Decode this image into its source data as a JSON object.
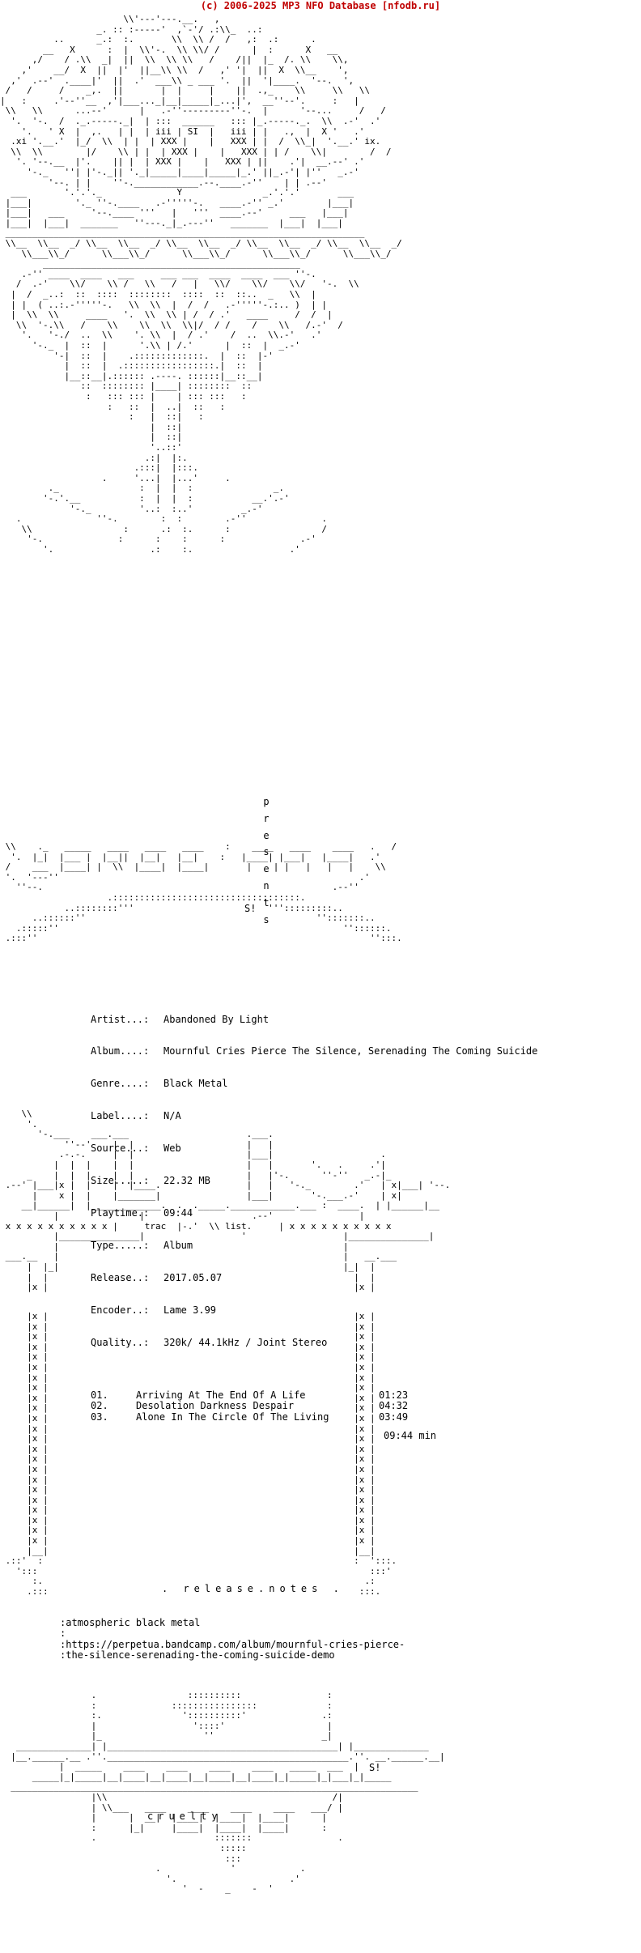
{
  "header": "(c) 2006-2025 MP3 NFO Database [nfodb.ru]",
  "presents": [
    "p",
    "r",
    "e",
    "s",
    "e",
    "n",
    "t",
    "s"
  ],
  "signature": "S!",
  "info": [
    {
      "label": "Artist...:",
      "value": "Abandoned By Light"
    },
    {
      "label": "Album....:",
      "value": "Mournful Cries Pierce The Silence, Serenading The Coming Suicide"
    },
    {
      "label": "Genre....:",
      "value": "Black Metal"
    },
    {
      "label": "Label....:",
      "value": "N/A"
    },
    {
      "label": "Source...:",
      "value": "Web"
    },
    {
      "label": "Size.....:",
      "value": "22.32 MB"
    },
    {
      "label": "Playtime.:",
      "value": "09:44"
    },
    {
      "label": "Type.....:",
      "value": "Album"
    },
    {
      "label": "Release..:",
      "value": "2017.05.07"
    },
    {
      "label": "Encoder..:",
      "value": "Lame 3.99"
    },
    {
      "label": "Quality..:",
      "value": "320k/ 44.1kHz / Joint Stereo"
    }
  ],
  "tracklist": {
    "heading_left": "trac",
    "heading_right": "list.",
    "tracks": [
      {
        "num": "01.",
        "title": "Arriving At The End Of A Life",
        "time": "01:23"
      },
      {
        "num": "02.",
        "title": "Desolation Darkness Despair",
        "time": "04:32"
      },
      {
        "num": "03.",
        "title": "Alone In The Circle Of The Living",
        "time": "03:49"
      }
    ],
    "total": "09:44 min"
  },
  "release_notes": {
    "heading": ". release.notes .",
    "lines": [
      ":atmospheric black metal",
      ":",
      ":https://perpetua.bandcamp.com/album/mournful-cries-pierce-",
      ":the-silence-serenading-the-coming-suicide-demo"
    ]
  },
  "footer": {
    "group": "cruelty"
  }
}
